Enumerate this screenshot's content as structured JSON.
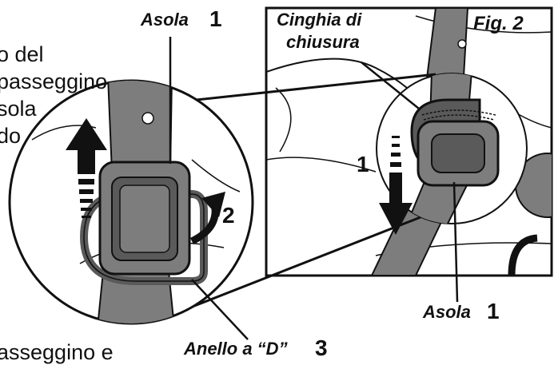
{
  "instructions": {
    "line1": "o del",
    "line2": "passeggino",
    "line3": "sola",
    "line4": "do",
    "line5": "asseggino e"
  },
  "labels": {
    "top_slot_label": "Asola",
    "top_slot_number": "1",
    "strap_label_line1": "Cinghia di",
    "strap_label_line2": "chiusura",
    "figure_label": "Fig. 2",
    "bottom_slot_label": "Asola",
    "bottom_slot_number": "1",
    "d_ring_label": "Anello a “D”",
    "d_ring_number": "3"
  },
  "steps": {
    "inset_step": "1",
    "zoom_step": "2"
  },
  "colors": {
    "ink": "#111111",
    "strap": "#7d7d7d",
    "strap_dark": "#5a5a5a",
    "paper": "#ffffff",
    "seat_shade": "#ededed"
  }
}
